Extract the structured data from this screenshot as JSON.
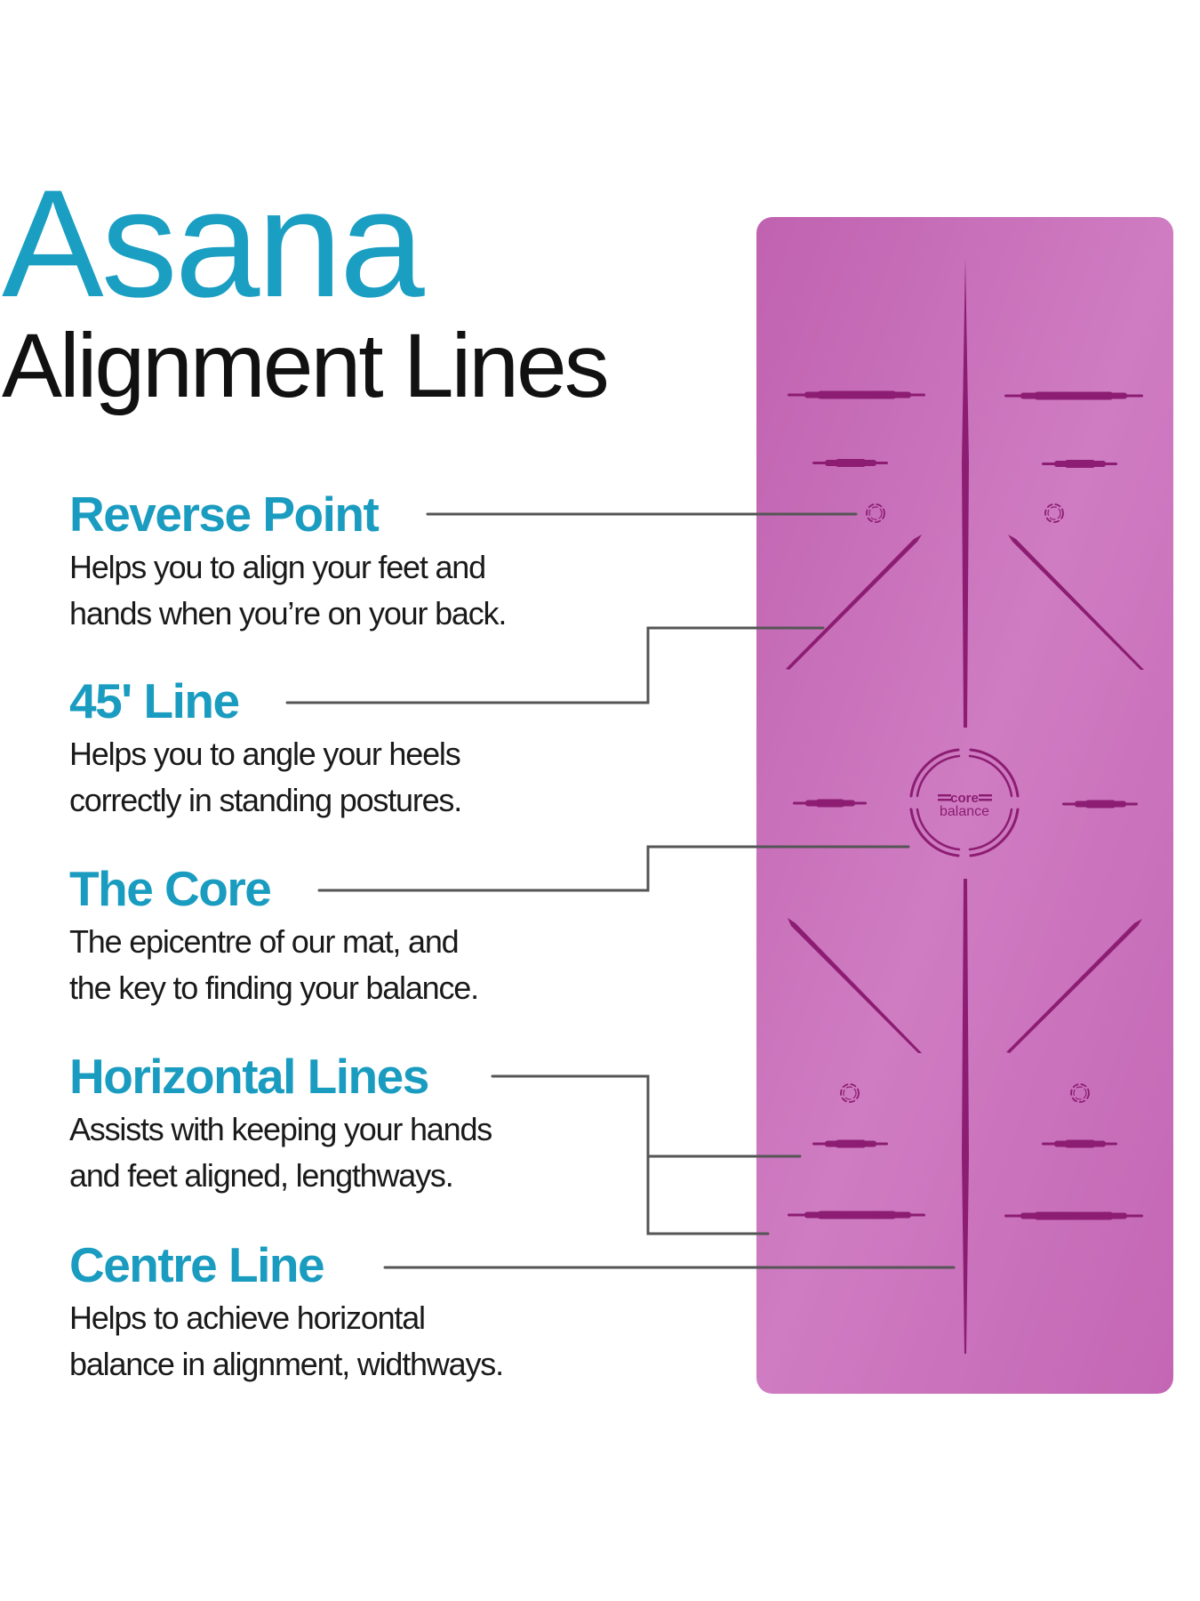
{
  "title": {
    "main": "Asana",
    "subtitle": "Alignment Lines"
  },
  "features": [
    {
      "heading": "Reverse Point",
      "lines": [
        "Helps you to align your feet and",
        "hands when you’re on your back."
      ]
    },
    {
      "heading": "45' Line",
      "lines": [
        "Helps you to angle your heels",
        "correctly in standing postures."
      ]
    },
    {
      "heading": "The Core",
      "lines": [
        "The epicentre of our mat, and",
        "the key to finding your balance."
      ]
    },
    {
      "heading": "Horizontal Lines",
      "lines": [
        "Assists with keeping your hands",
        "and feet aligned, lengthways."
      ]
    },
    {
      "heading": "Centre Line",
      "lines": [
        "Helps to achieve horizontal",
        "balance in alignment, widthways."
      ]
    }
  ],
  "mat": {
    "logo_top": "core",
    "logo_bottom": "balance"
  },
  "colors": {
    "accent": "#1a9fc3",
    "text": "#1a1a1a",
    "mat": "#cc72bd",
    "mat_lines": "#8c1d72",
    "connector": "#555555"
  }
}
